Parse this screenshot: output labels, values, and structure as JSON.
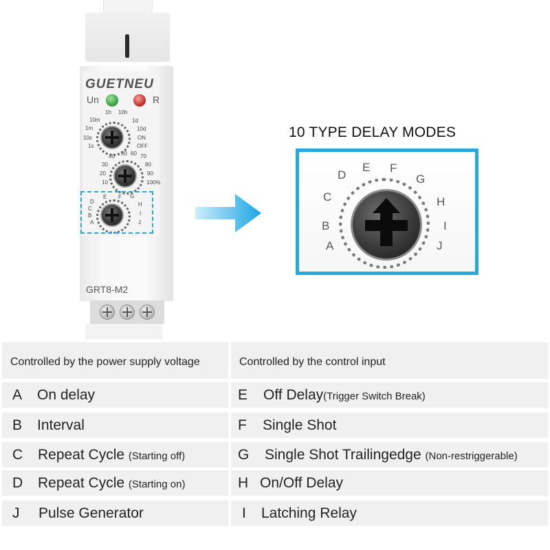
{
  "device": {
    "brand": "GUETNEU",
    "led_un": "Un",
    "led_r": "R",
    "model": "GRT8-M2",
    "dial_time_labels": [
      "10m",
      "1h",
      "10h",
      "1d",
      "1m",
      "10d",
      "10s",
      "ON",
      "1s",
      "OFF"
    ],
    "dial_percent_labels": [
      "40",
      "50",
      "60",
      "70",
      "30",
      "80",
      "20",
      "90",
      "10",
      "100%"
    ],
    "dial_mode_labels": [
      "D",
      "E",
      "F",
      "G",
      "C",
      "H",
      "B",
      "I",
      "A",
      "J"
    ],
    "led_colors": {
      "un": "#3ca547",
      "r": "#c8332c"
    },
    "highlight_color": "#2aa5d8"
  },
  "zoom": {
    "title": "10 TYPE DELAY MODES",
    "labels": [
      "D",
      "E",
      "F",
      "G",
      "C",
      "H",
      "B",
      "I",
      "A",
      "J"
    ]
  },
  "table": {
    "left_header": "Controlled by the power supply voltage",
    "right_header": "Controlled by the control input",
    "left_rows": [
      {
        "letter": "A",
        "name": "On delay",
        "note": ""
      },
      {
        "letter": "B",
        "name": "Interval",
        "note": ""
      },
      {
        "letter": "C",
        "name": "Repeat Cycle ",
        "note": "(Starting off)"
      },
      {
        "letter": "D",
        "name": "Repeat Cycle ",
        "note": "(Starting on)"
      },
      {
        "letter": "J",
        "name": "Pulse Generator",
        "note": ""
      }
    ],
    "right_rows": [
      {
        "letter": "E",
        "name": "Off Delay",
        "note": "(Trigger Switch Break)"
      },
      {
        "letter": "F",
        "name": "Single Shot",
        "note": ""
      },
      {
        "letter": "G",
        "name": "Single Shot Trailingedge ",
        "note": "(Non-restriggerable)"
      },
      {
        "letter": "H",
        "name": "On/Off Delay",
        "note": ""
      },
      {
        "letter": "I",
        "name": "Latching Relay",
        "note": ""
      }
    ]
  }
}
